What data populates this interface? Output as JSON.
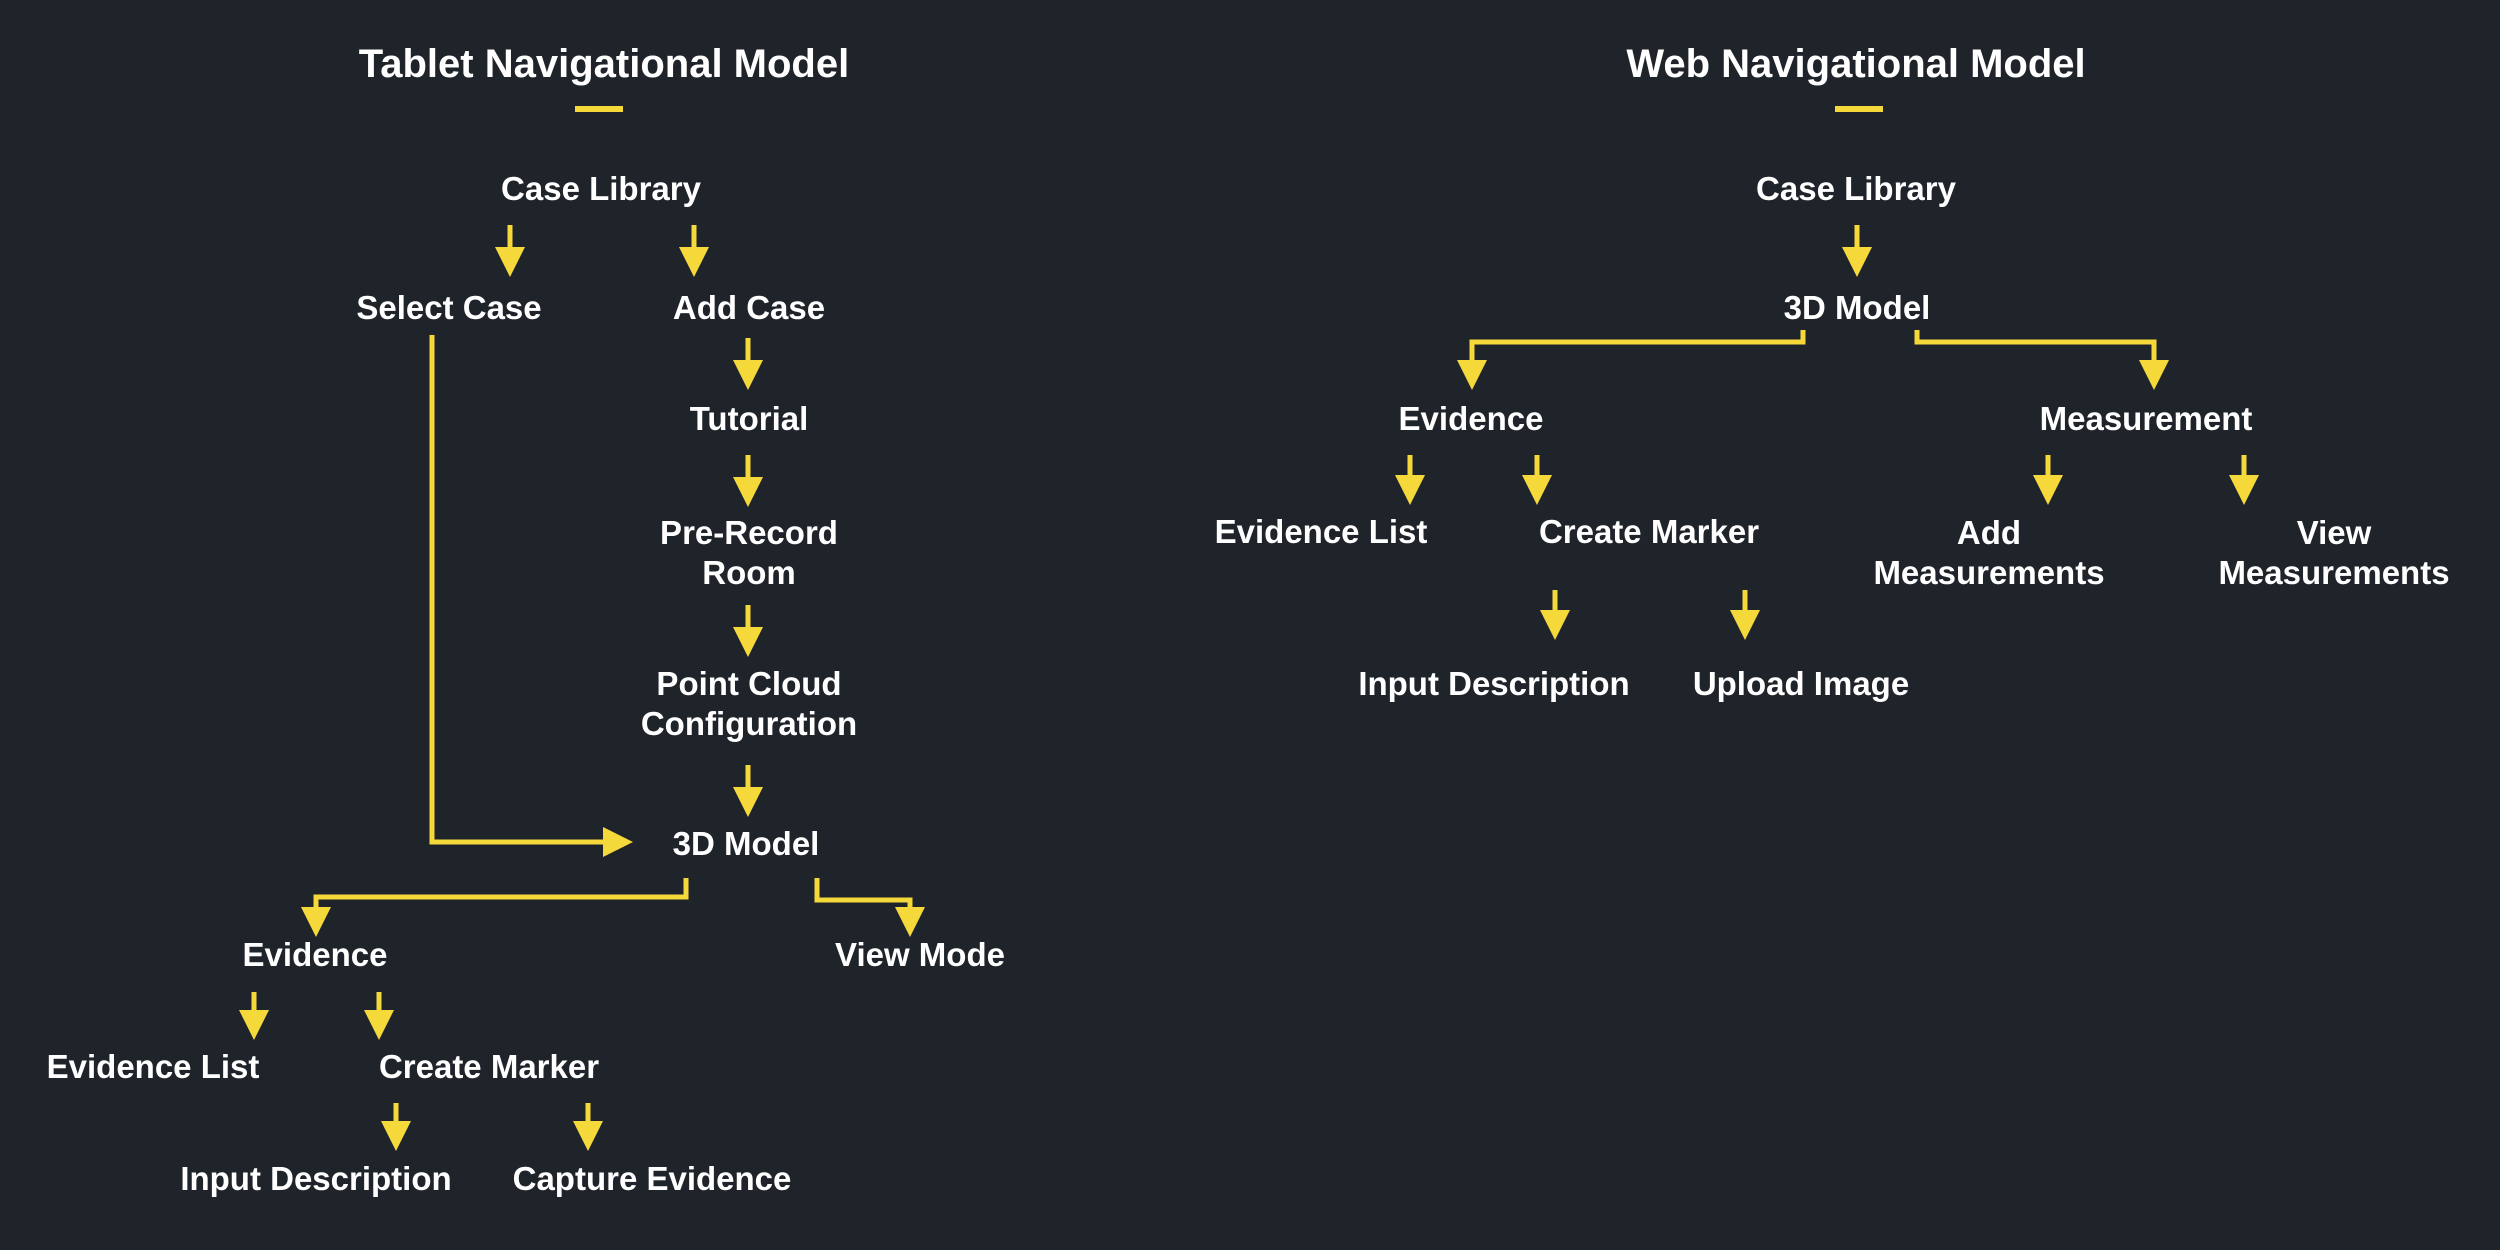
{
  "tablet": {
    "title": "Tablet Navigational Model",
    "nodes": {
      "case_library": "Case Library",
      "select_case": "Select Case",
      "add_case": "Add Case",
      "tutorial": "Tutorial",
      "pre_record_room": "Pre-Record\nRoom",
      "point_cloud": "Point Cloud\nConfiguration",
      "model_3d": "3D Model",
      "evidence": "Evidence",
      "view_mode": "View Mode",
      "evidence_list": "Evidence List",
      "create_marker": "Create Marker",
      "input_description": "Input Description",
      "capture_evidence": "Capture Evidence"
    }
  },
  "web": {
    "title": "Web Navigational Model",
    "nodes": {
      "case_library": "Case Library",
      "model_3d": "3D Model",
      "evidence": "Evidence",
      "measurement": "Measurement",
      "evidence_list": "Evidence List",
      "create_marker": "Create Marker",
      "add_measurements": "Add\nMeasurements",
      "view_measurements": "View\nMeasurements",
      "input_description": "Input Description",
      "upload_image": "Upload Image"
    }
  },
  "colors": {
    "background": "#1f242b",
    "text": "#ffffff",
    "accent": "#f5d93b"
  }
}
